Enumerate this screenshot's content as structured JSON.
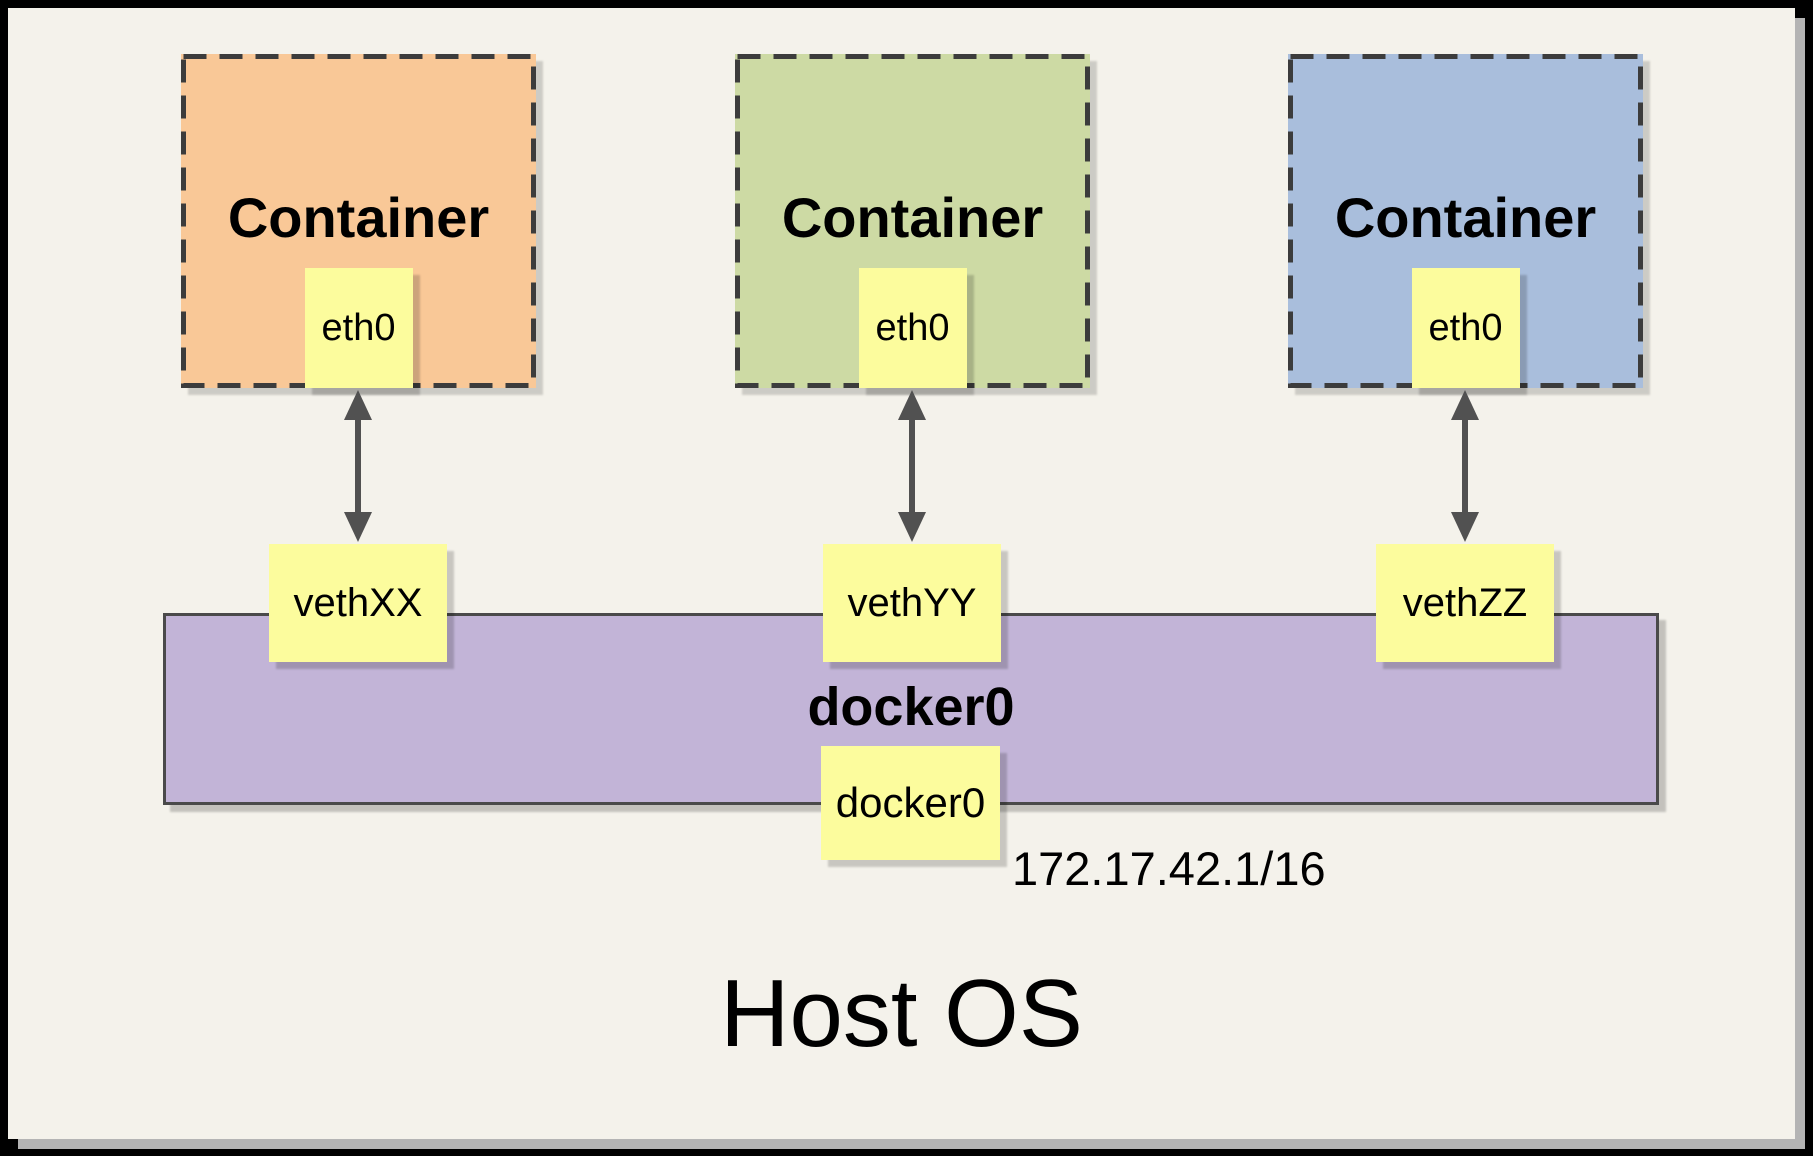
{
  "containers": [
    {
      "label": "Container",
      "interface": "eth0",
      "veth": "vethXX",
      "fill": "#F9C897"
    },
    {
      "label": "Container",
      "interface": "eth0",
      "veth": "vethYY",
      "fill": "#CDDAA4"
    },
    {
      "label": "Container",
      "interface": "eth0",
      "veth": "vethZZ",
      "fill": "#A9BEDC"
    }
  ],
  "bridge": {
    "title": "docker0",
    "interface_box": "docker0",
    "ip": "172.17.42.1/16",
    "fill": "#C2B4D7"
  },
  "host": {
    "label": "Host OS"
  },
  "colors": {
    "note_yellow": "#FCFC9D",
    "background": "#F4F2EB",
    "frame": "#000000",
    "dash_border": "#3C3C3C",
    "arrow": "#515151",
    "bar_border": "#4A4A4A"
  }
}
